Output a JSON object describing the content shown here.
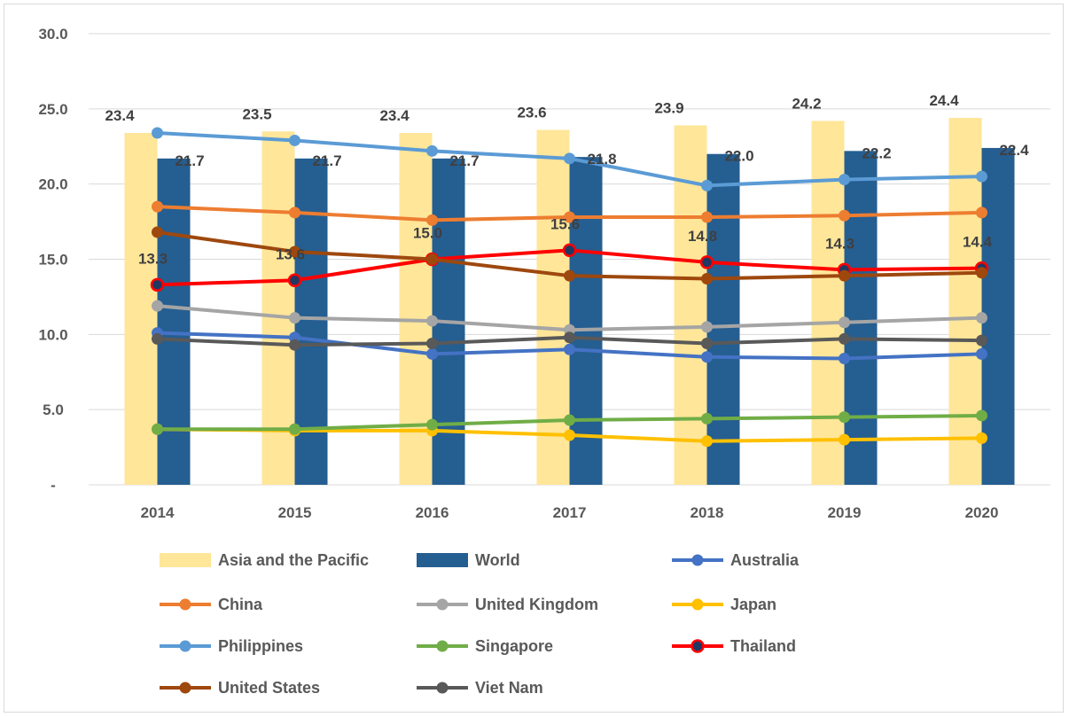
{
  "chart_data": {
    "type": "bar",
    "categories": [
      "2014",
      "2015",
      "2016",
      "2017",
      "2018",
      "2019",
      "2020"
    ],
    "ylim": [
      0,
      30
    ],
    "yticks": [
      {
        "value": 0,
        "label": "-"
      },
      {
        "value": 5,
        "label": "5.0"
      },
      {
        "value": 10,
        "label": "10.0"
      },
      {
        "value": 15,
        "label": "15.0"
      },
      {
        "value": 20,
        "label": "20.0"
      },
      {
        "value": 25,
        "label": "25.0"
      },
      {
        "value": 30,
        "label": "30.0"
      }
    ],
    "grid": true,
    "legend_position": "bottom",
    "bar_series": [
      {
        "name": "Asia and the Pacific",
        "color": "#FFE699",
        "values": [
          23.4,
          23.5,
          23.4,
          23.6,
          23.9,
          24.2,
          24.4
        ],
        "labels": [
          "23.4",
          "23.5",
          "23.4",
          "23.6",
          "23.9",
          "24.2",
          "24.4"
        ]
      },
      {
        "name": "World",
        "color": "#255E91",
        "values": [
          21.7,
          21.7,
          21.7,
          21.8,
          22.0,
          22.2,
          22.4
        ],
        "labels": [
          "21.7",
          "21.7",
          "21.7",
          "21.8",
          "22.0",
          "22.2",
          "22.4"
        ]
      }
    ],
    "line_series": [
      {
        "name": "Australia",
        "color": "#4472C4",
        "values": [
          10.1,
          9.8,
          8.7,
          9.0,
          8.5,
          8.4,
          8.7
        ]
      },
      {
        "name": "China",
        "color": "#ED7D31",
        "values": [
          18.5,
          18.1,
          17.6,
          17.8,
          17.8,
          17.9,
          18.1
        ]
      },
      {
        "name": "United Kingdom",
        "color": "#A5A5A5",
        "values": [
          11.9,
          11.1,
          10.9,
          10.3,
          10.5,
          10.8,
          11.1
        ]
      },
      {
        "name": "Japan",
        "color": "#FFC000",
        "values": [
          3.7,
          3.6,
          3.6,
          3.3,
          2.9,
          3.0,
          3.1
        ]
      },
      {
        "name": "Philippines",
        "color": "#5B9BD5",
        "values": [
          23.4,
          22.9,
          22.2,
          21.7,
          19.9,
          20.3,
          20.5
        ]
      },
      {
        "name": "Singapore",
        "color": "#70AD47",
        "values": [
          3.7,
          3.7,
          4.0,
          4.3,
          4.4,
          4.5,
          4.6
        ]
      },
      {
        "name": "Thailand",
        "color": "#FF0000",
        "values": [
          13.3,
          13.6,
          15.0,
          15.6,
          14.8,
          14.3,
          14.4
        ],
        "labels": [
          "13.3",
          "13.6",
          "15.0",
          "15.6",
          "14.8",
          "14.3",
          "14.4"
        ]
      },
      {
        "name": "United States",
        "color": "#9E480E",
        "values": [
          16.8,
          15.5,
          15.0,
          13.9,
          13.7,
          13.9,
          14.1
        ]
      },
      {
        "name": "Viet Nam",
        "color": "#595959",
        "values": [
          9.7,
          9.3,
          9.4,
          9.8,
          9.4,
          9.7,
          9.6
        ]
      }
    ]
  }
}
